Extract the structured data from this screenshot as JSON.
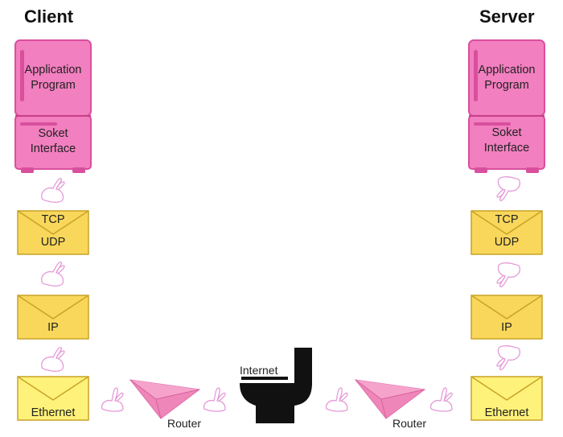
{
  "client": {
    "title": "Client",
    "application_label": "Application\nProgram",
    "socket_label": "Soket\nInterface",
    "tcp_label": "TCP",
    "udp_label": "UDP",
    "ip_label": "IP",
    "ethernet_label": "Ethernet"
  },
  "server": {
    "title": "Server",
    "application_label": "Application\nProgram",
    "socket_label": "Soket\nInterface",
    "tcp_label": "TCP",
    "udp_label": "UDP",
    "ip_label": "IP",
    "ethernet_label": "Ethernet"
  },
  "network": {
    "internet_label": "Internet",
    "router_left_label": "Router",
    "router_right_label": "Router"
  },
  "colors": {
    "fridge_pink": "#f27fbf",
    "fridge_border": "#d94f9d",
    "envelope_gold": "#f9d75a",
    "envelope_yellow": "#fff27a",
    "envelope_border": "#c9a227",
    "plane_pink": "#ef86b9",
    "rabbit_outline": "#e59ad8",
    "toilet": "#111111"
  }
}
